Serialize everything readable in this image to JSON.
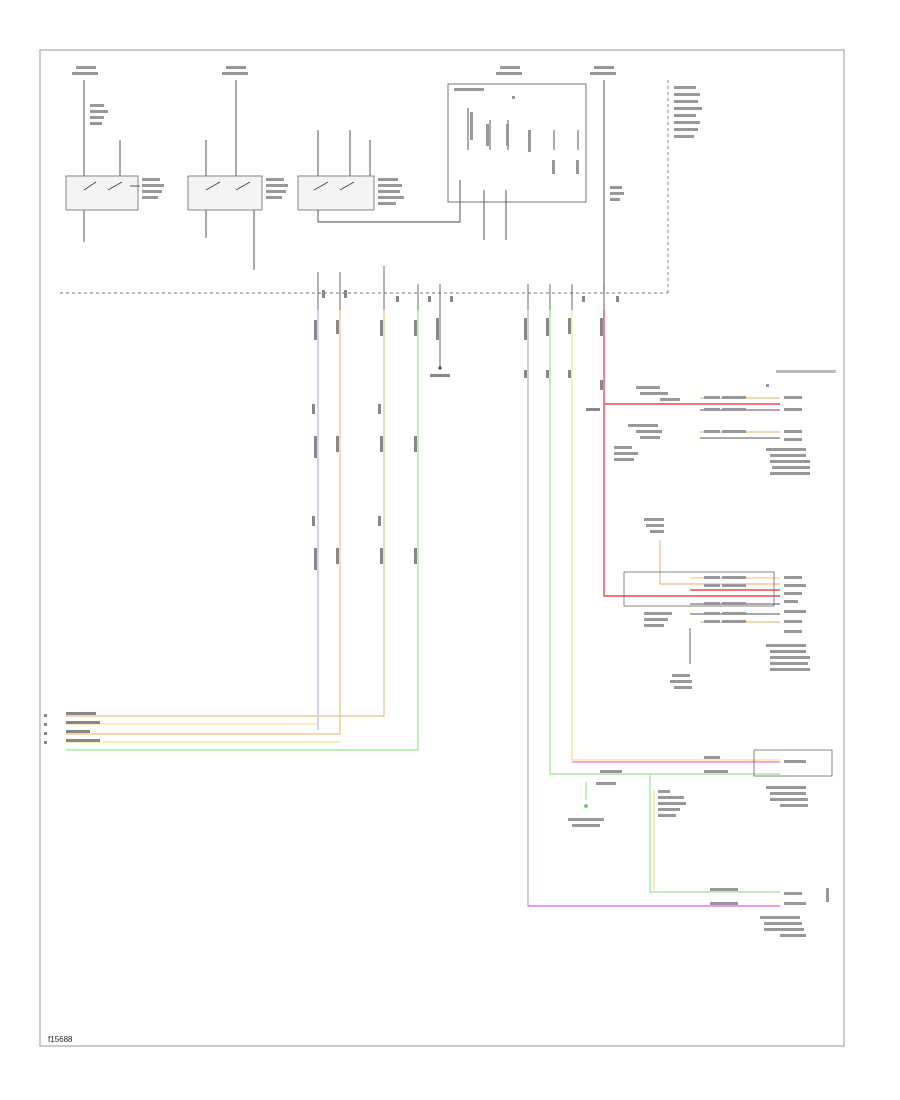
{
  "diagram_code": "f15688",
  "colors": {
    "frame": "#aaaaaa",
    "wire_black": "#444444",
    "wire_blue": "#b8c4f0",
    "wire_orange": "#f2c99a",
    "wire_yellow": "#f0e8a0",
    "wire_green": "#a9eaa0",
    "wire_purple": "#c9b3df",
    "wire_pink": "#ef86e6",
    "wire_red": "#f04a4a",
    "ground_green": "#6fd06f"
  },
  "wires": [
    {
      "id": "blue",
      "color": "wire_blue"
    },
    {
      "id": "orange-a",
      "color": "wire_orange"
    },
    {
      "id": "yellow",
      "color": "wire_yellow"
    },
    {
      "id": "green-left",
      "color": "wire_green"
    },
    {
      "id": "purple",
      "color": "wire_purple"
    },
    {
      "id": "green-right",
      "color": "wire_green"
    },
    {
      "id": "yellow-right",
      "color": "wire_yellow"
    },
    {
      "id": "red",
      "color": "wire_red"
    },
    {
      "id": "pink",
      "color": "wire_pink"
    }
  ]
}
